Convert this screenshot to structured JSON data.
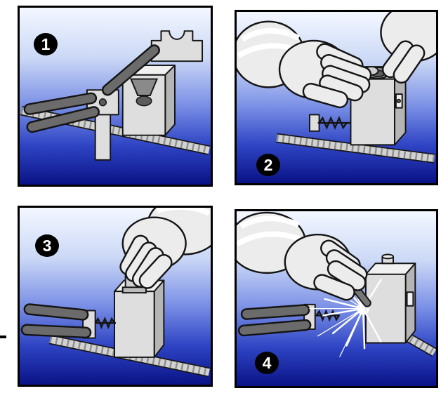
{
  "diagram": {
    "type": "instructional-steps",
    "panel_count": 4,
    "panels": [
      {
        "number": "1",
        "name": "step-1",
        "illustration": "compression-clamp-on-cable-with-open-exothermic-mold"
      },
      {
        "number": "2",
        "name": "step-2",
        "illustration": "gloved-hands-placing-charge-into-closed-mold"
      },
      {
        "number": "3",
        "name": "step-3",
        "illustration": "gloved-hand-pressing-cartridge-into-mold-top"
      },
      {
        "number": "4",
        "name": "step-4",
        "illustration": "striker-igniting-mold-with-sparks"
      }
    ]
  },
  "colors": {
    "page_background": "#ffffff",
    "panel_border": "#000000",
    "gradient_top": "#f3f7ff",
    "gradient_bottom": "#0a1286",
    "badge_background": "#000000",
    "badge_text": "#ffffff",
    "metal_light": "#dedede",
    "metal_dark": "#b5b5b5",
    "spark": "#ffffff"
  }
}
